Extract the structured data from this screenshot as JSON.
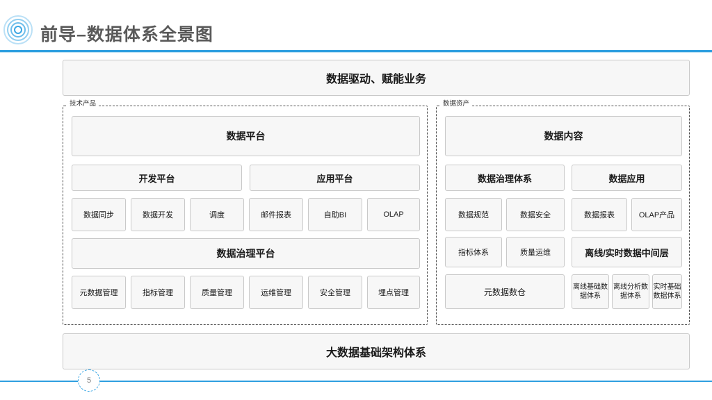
{
  "header": {
    "title": "前导–数据体系全景图",
    "accent_color": "#2f9fe0",
    "title_color": "#595959"
  },
  "footer": {
    "page_number": "5"
  },
  "diagram": {
    "top_band": "数据驱动、赋能业务",
    "bottom_band": "大数据基础架构体系",
    "groups": [
      {
        "key": "tech",
        "label": "技术产品",
        "platform": "数据平台",
        "sub_platforms": [
          "开发平台",
          "应用平台"
        ],
        "tools_row1": [
          "数据同步",
          "数据开发",
          "调度",
          "邮件报表",
          "自助BI",
          "OLAP"
        ],
        "governance_platform": "数据治理平台",
        "tools_row2": [
          "元数据管理",
          "指标管理",
          "质量管理",
          "运维管理",
          "安全管理",
          "埋点管理"
        ]
      },
      {
        "key": "asset",
        "label": "数据资产",
        "content": "数据内容",
        "sub_sections": [
          "数据治理体系",
          "数据应用"
        ],
        "row1": [
          "数据规范",
          "数据安全",
          "数据报表",
          "OLAP产品"
        ],
        "row2": [
          "指标体系",
          "质量运维",
          "离线/实时数据中间层"
        ],
        "row3": [
          "元数据数仓",
          "离线基础数据体系",
          "离线分析数据体系",
          "实时基础数据体系"
        ]
      }
    ]
  }
}
